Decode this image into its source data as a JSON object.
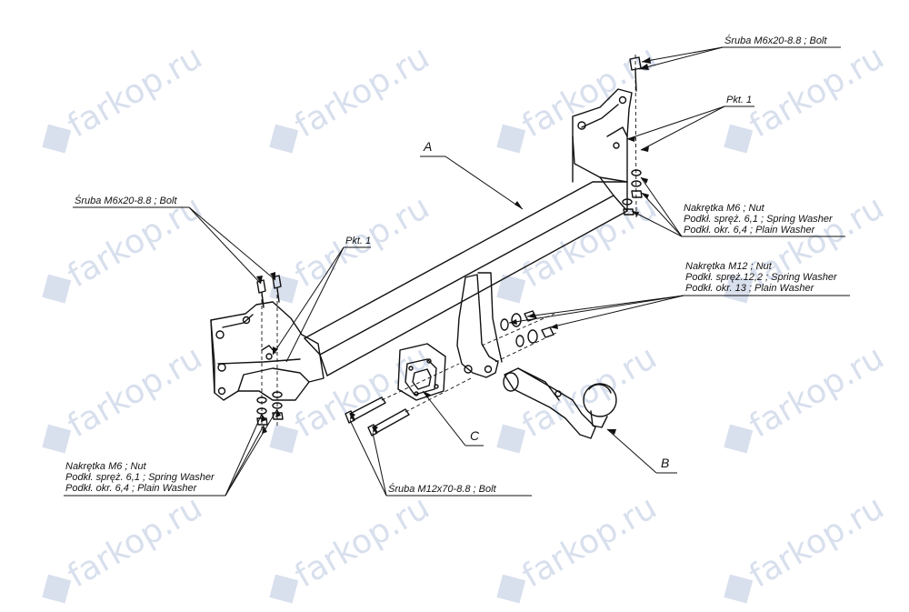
{
  "watermark": {
    "text": "farkop.ru",
    "color": "#b9c6df"
  },
  "labels": {
    "bolt_top_right": "Śruba M6x20-8.8 ;  Bolt",
    "pkt_top_right": "Pkt. 1",
    "nut_right": {
      "line1": "Nakrętka  M6 ; Nut",
      "line2": "Podkł. spręż. 6,1 ; Spring Washer",
      "line3": "Podkł. okr.  6,4 ; Plain Washer"
    },
    "nut_m12": {
      "line1": "Nakrętka  M12 ; Nut",
      "line2": "Podkł. spręż.12,2 ; Spring Washer",
      "line3": "Podkł. okr. 13 ; Plain Washer"
    },
    "bolt_left": "Śruba M6x20-8.8 ;  Bolt",
    "pkt_left": "Pkt. 1",
    "nut_left": {
      "line1": "Nakrętka  M6 ; Nut",
      "line2": "Podkł. spręż. 6,1 ; Spring Washer",
      "line3": "Podkł. okr.  6,4 ; Plain Washer"
    },
    "bolt_m12": "Śruba M12x70-8.8 ;  Bolt",
    "part_a": "A",
    "part_b": "B",
    "part_c": "C"
  }
}
